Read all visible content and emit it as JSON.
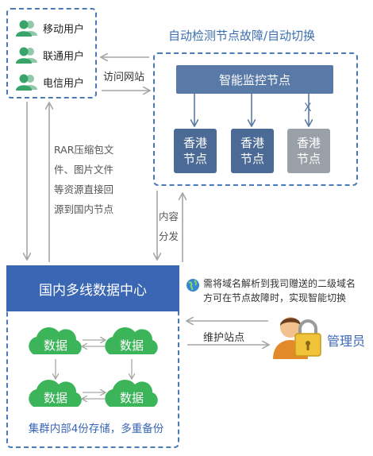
{
  "users": {
    "items": [
      {
        "label": "移动用户"
      },
      {
        "label": "联通用户"
      },
      {
        "label": "电信用户"
      }
    ],
    "icon": "user-group-icon"
  },
  "monitor": {
    "title": "自动检测节点故障/自动切换",
    "node_label": "智能监控节点",
    "failed_mark": "X",
    "hk_nodes": [
      {
        "line1": "香港",
        "line2": "节点",
        "status": "normal"
      },
      {
        "line1": "香港",
        "line2": "节点",
        "status": "normal"
      },
      {
        "line1": "香港",
        "line2": "节点",
        "status": "failed"
      }
    ]
  },
  "visit_label": "访问网站",
  "resource_text": [
    "RAR压缩包文",
    "件、图片文件",
    "等资源直接回",
    "源到国内节点"
  ],
  "distribute_text": [
    "内容",
    "分发"
  ],
  "datacenter": {
    "title": "国内多线数据中心",
    "cloud_label": "数据",
    "footer": "集群内部4份存储，多重备份"
  },
  "note": {
    "icon": "globe-icon",
    "line1": "需将域名解析到我司赠送的二级域名",
    "line2": "方可在节点故障时，实现智能切换"
  },
  "maintain_label": "维护站点",
  "admin": {
    "label": "管理员",
    "icon": "admin-lock-icon"
  },
  "colors": {
    "primary_blue": "#3a66b3",
    "node_blue": "#4b6a95",
    "monitor_blue": "#5979a7",
    "failed_gray": "#9aa0a8",
    "cloud_green": "#3cb55a",
    "arrow_gray": "#a6a6a6"
  }
}
